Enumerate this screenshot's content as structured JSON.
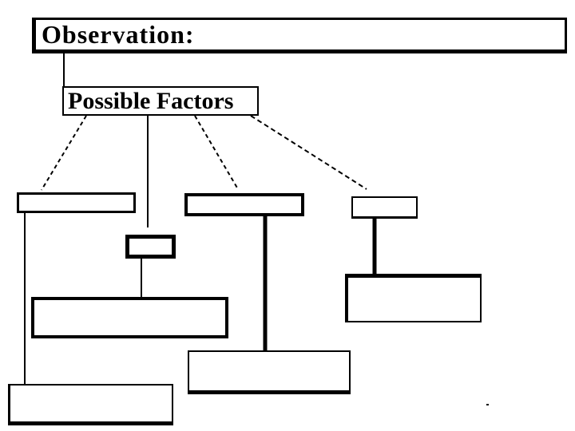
{
  "colors": {
    "ink": "#000000",
    "paper": "#ffffff"
  },
  "header": {
    "observation_label": "Observation:",
    "observation_value": ""
  },
  "hub": {
    "label": "Possible Factors"
  },
  "branches": [
    {
      "name": "branch-1",
      "factor": "",
      "detail": ""
    },
    {
      "name": "branch-2",
      "factor": "",
      "detail": ""
    },
    {
      "name": "branch-3",
      "factor": "",
      "detail": ""
    },
    {
      "name": "branch-4",
      "factor": "",
      "detail": ""
    }
  ]
}
